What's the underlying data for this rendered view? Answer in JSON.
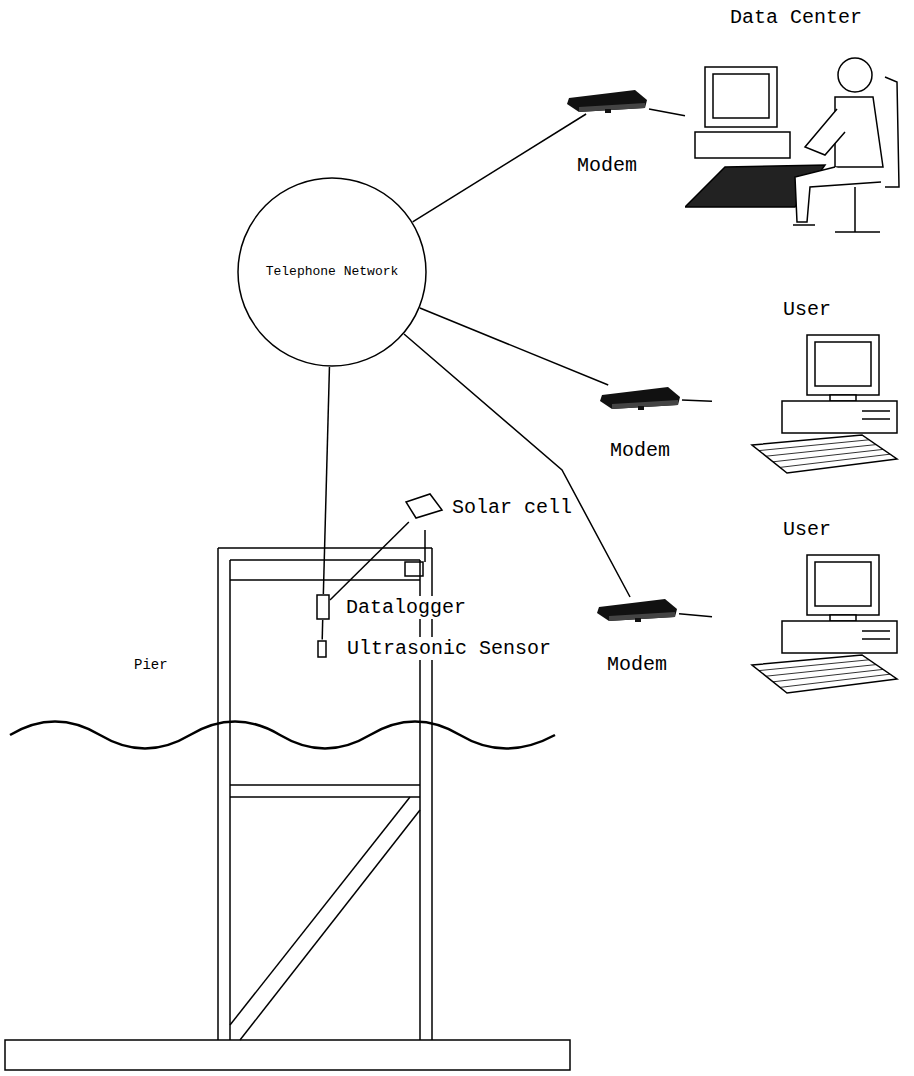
{
  "diagram": {
    "nodes": [
      {
        "text": [
          "Telephone Network"
        ]
      },
      {
        "text": [
          "Modem"
        ]
      },
      {
        "text": [
          "Data Center"
        ]
      },
      {
        "text": [
          "Modem"
        ]
      },
      {
        "text": [
          "User"
        ]
      },
      {
        "text": [
          "Modem"
        ]
      },
      {
        "text": [
          "User"
        ]
      },
      {
        "text": [
          "Solar cell"
        ]
      },
      {
        "text": [
          "Datalogger"
        ]
      },
      {
        "text": [
          "Ultrasonic Sensor"
        ]
      }
    ],
    "edges": [
      {
        "from": 0,
        "to": 1,
        "arrow": "none"
      },
      {
        "from": 1,
        "to": 2,
        "arrow": "none"
      },
      {
        "from": 0,
        "to": 3,
        "arrow": "none"
      },
      {
        "from": 3,
        "to": 4,
        "arrow": "none"
      },
      {
        "from": 0,
        "to": 5,
        "arrow": "none"
      },
      {
        "from": 5,
        "to": 6,
        "arrow": "none"
      },
      {
        "from": 0,
        "to": 8,
        "arrow": "none"
      },
      {
        "from": 7,
        "to": 8,
        "arrow": "none"
      },
      {
        "from": 8,
        "to": 9,
        "arrow": "none"
      }
    ],
    "labels": [
      "Pier"
    ]
  }
}
